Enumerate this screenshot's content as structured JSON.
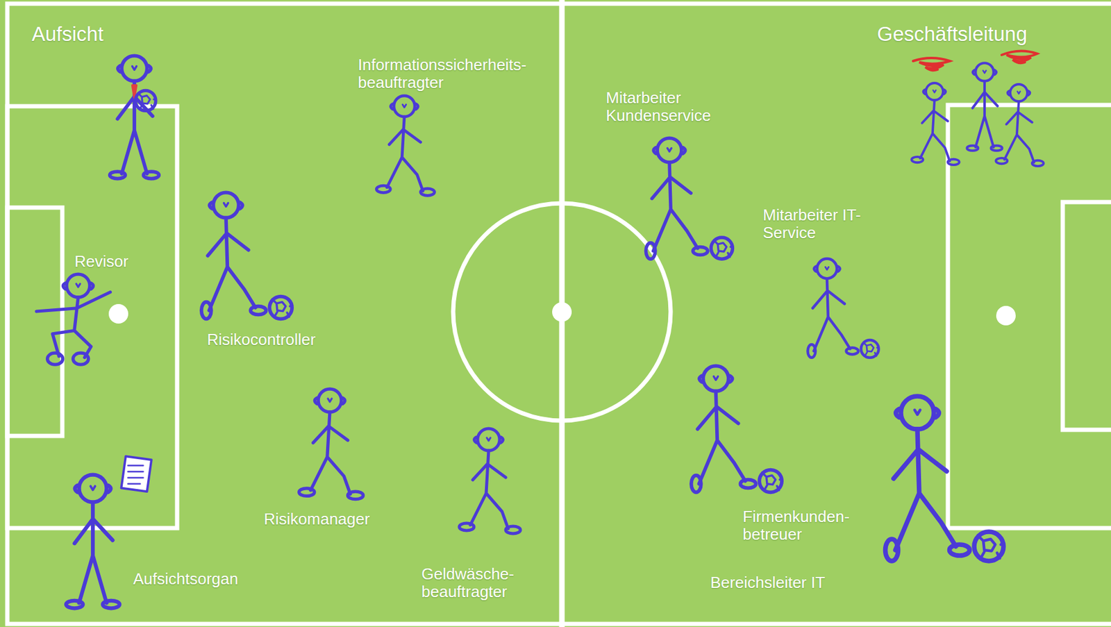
{
  "diagram": {
    "labels": [
      "Aufsicht",
      "Geschäftsleitung",
      "Informationssicherheits- beauftragter",
      "Mitarbeiter Kundenservice",
      "Mitarbeiter IT- Service",
      "Revisor",
      "Risikocontroller",
      "Risikomanager",
      "Firmenkunden- betreuer",
      "Aufsichtsorgan",
      "Geldwäsche- beauftragter",
      "Bereichsleiter IT"
    ]
  }
}
